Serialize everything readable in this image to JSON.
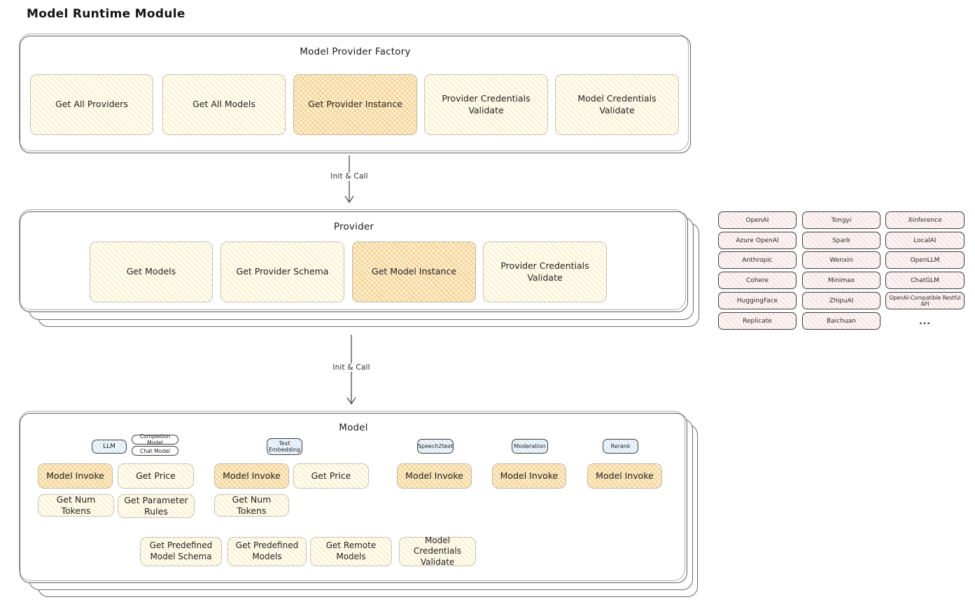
{
  "page_title": "Model Runtime Module",
  "factory": {
    "title": "Model Provider Factory",
    "methods": [
      {
        "label": "Get All Providers",
        "highlighted": false
      },
      {
        "label": "Get All Models",
        "highlighted": false
      },
      {
        "label": "Get Provider Instance",
        "highlighted": true
      },
      {
        "label": "Provider Credentials Validate",
        "highlighted": false
      },
      {
        "label": "Model Credentials Validate",
        "highlighted": false
      }
    ]
  },
  "edges": [
    {
      "label": "Init & Call"
    },
    {
      "label": "Init & Call"
    }
  ],
  "provider": {
    "title": "Provider",
    "methods": [
      {
        "label": "Get Models",
        "highlighted": false
      },
      {
        "label": "Get Provider Schema",
        "highlighted": false
      },
      {
        "label": "Get Model Instance",
        "highlighted": true
      },
      {
        "label": "Provider Credentials Validate",
        "highlighted": false
      }
    ]
  },
  "provider_catalog": {
    "items": [
      "OpenAI",
      "Tongyi",
      "Xinference",
      "Azure OpenAI",
      "Spark",
      "LocalAI",
      "Anthropic",
      "Wenxin",
      "OpenLLM",
      "Cohere",
      "Minimax",
      "ChatGLM",
      "HuggingFace",
      "ZhipuAI",
      "OpenAI-Compatible Restful API",
      "Replicate",
      "Baichuan"
    ],
    "more": "..."
  },
  "model": {
    "title": "Model",
    "tabs": {
      "llm": "LLM",
      "completion_model": "Completion Model",
      "chat_model": "Chat Model",
      "text_embedding": "Text Embedding",
      "speech2text": "Speech2text",
      "moderation": "Moderation",
      "rerank": "Rerank",
      "more": "..."
    },
    "methods": {
      "model_invoke": "Model Invoke",
      "get_price": "Get Price",
      "get_num_tokens": "Get Num Tokens",
      "get_parameter_rules": "Get Parameter Rules"
    },
    "bottom_methods": [
      "Get Predefined Model Schema",
      "Get Predefined Models",
      "Get Remote Models",
      "Model Credentials Validate"
    ]
  },
  "colors": {
    "method_fill": "#fffcf0",
    "method_hatch": "#f0d07d",
    "highlight_fill": "#fdf0d2",
    "highlight_hatch": "#eeb256",
    "catalog_fill": "#fdf5f5",
    "catalog_hatch": "#e09e9e",
    "tab_fill": "#f1f8fd",
    "tab_hatch": "#7aacd8",
    "container_stroke": "#5f5f5f",
    "text": "#1e1e1e"
  }
}
